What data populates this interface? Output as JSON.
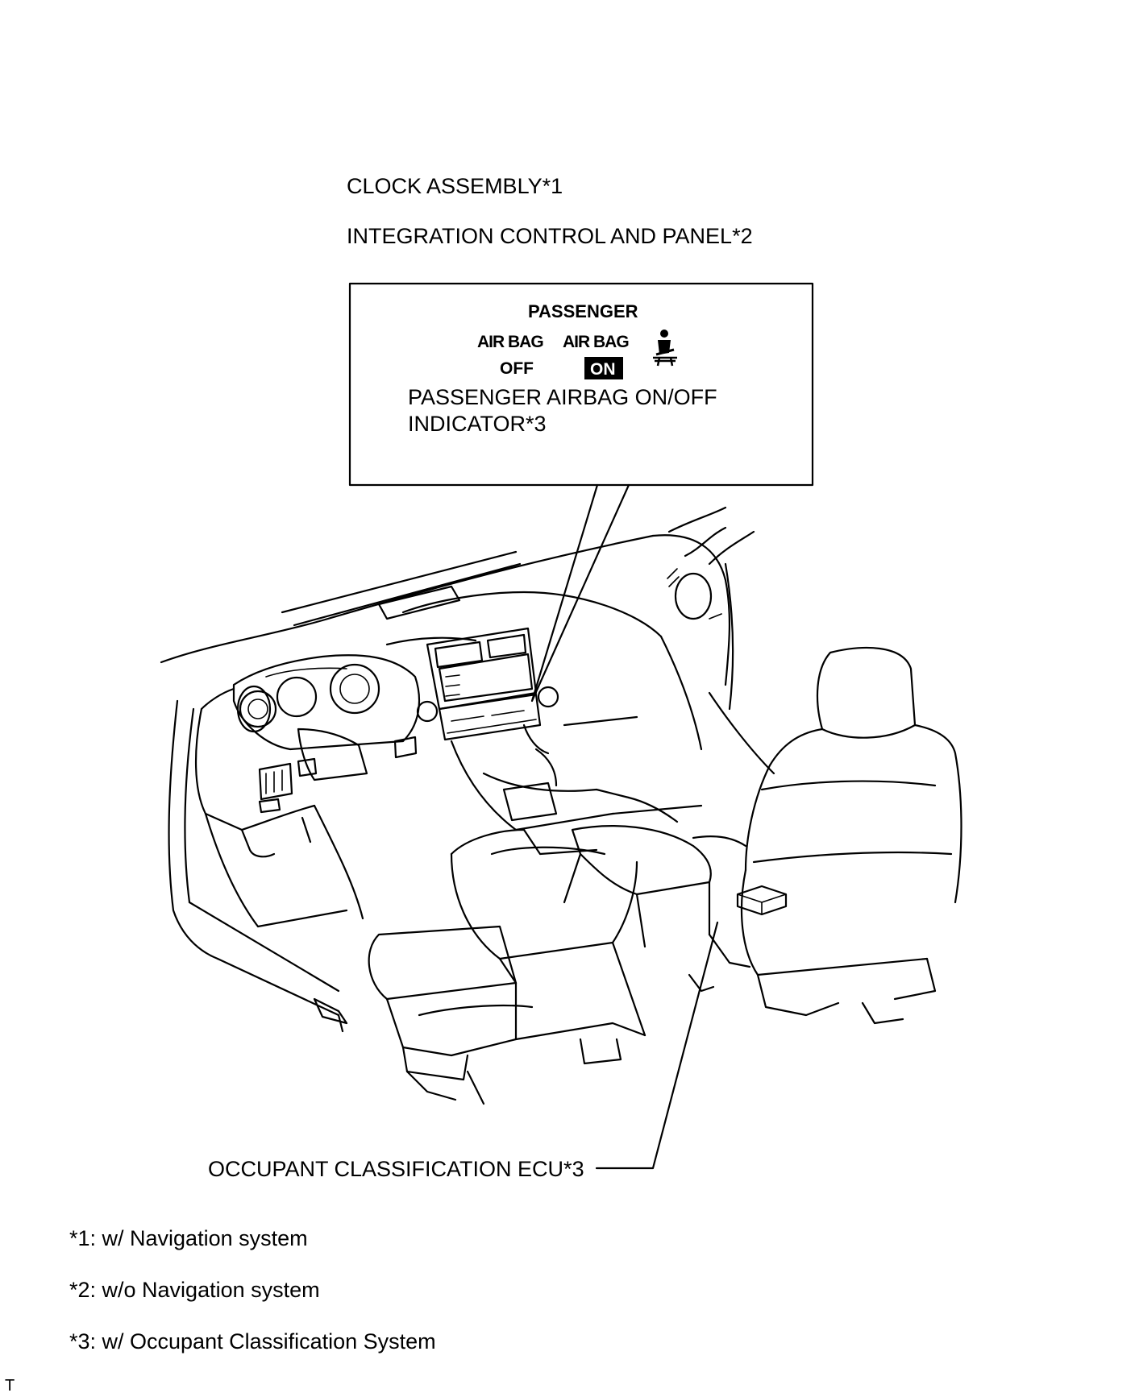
{
  "labels": {
    "clock_assembly": "CLOCK ASSEMBLY*1",
    "integration_control": "INTEGRATION CONTROL AND PANEL*2",
    "occupant_ecu": "OCCUPANT CLASSIFICATION ECU*3"
  },
  "indicator_panel": {
    "header": "PASSENGER",
    "airbag_left": "AIR BAG",
    "off_label": "OFF",
    "airbag_right": "AIR BAG",
    "on_label": "ON",
    "caption_line1": "PASSENGER AIRBAG ON/OFF",
    "caption_line2": "INDICATOR*3",
    "seatbelt_icon": "seatbelt-icon"
  },
  "footnotes": [
    "*1: w/ Navigation system",
    "*2: w/o Navigation system",
    "*3: w/ Occupant Classification System"
  ],
  "corner_mark": "T"
}
